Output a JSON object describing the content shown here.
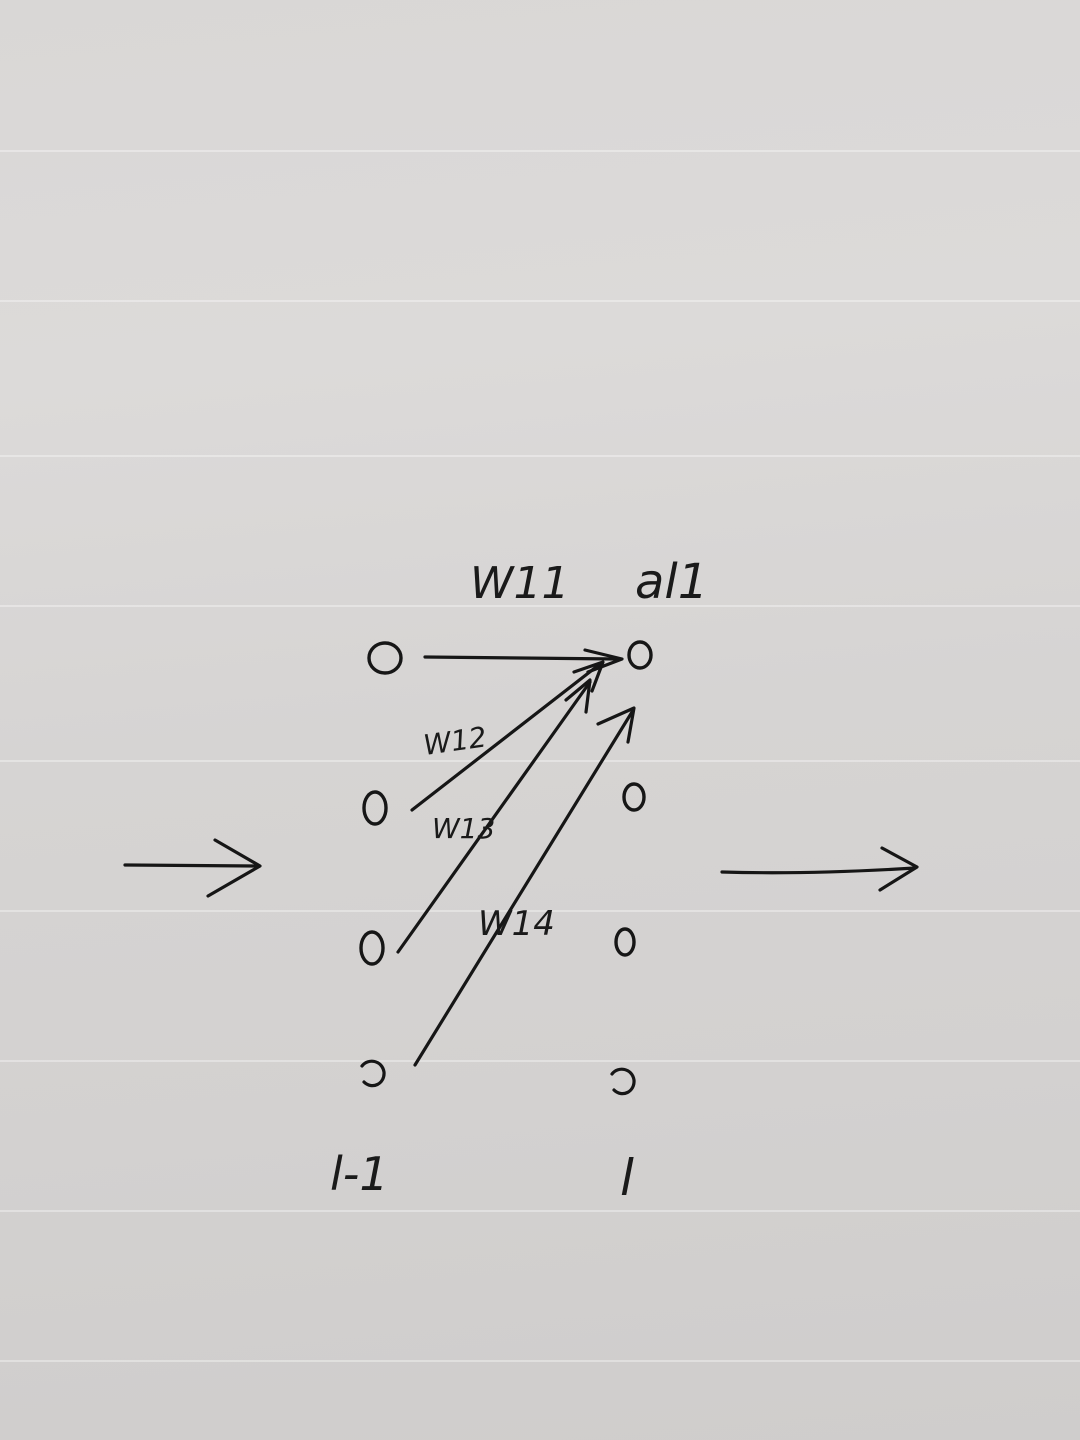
{
  "labels": {
    "weight_w11": "W11",
    "weight_w12": "W12",
    "weight_w13": "W13",
    "weight_w14": "W14",
    "activation_al1": "al1",
    "layer_prev": "l-1",
    "layer_curr": "l"
  },
  "layers": {
    "previous_layer_nodes": 4,
    "current_layer_nodes": 4
  },
  "ink_color": "#161616",
  "paper_color": "#d8d6d5"
}
